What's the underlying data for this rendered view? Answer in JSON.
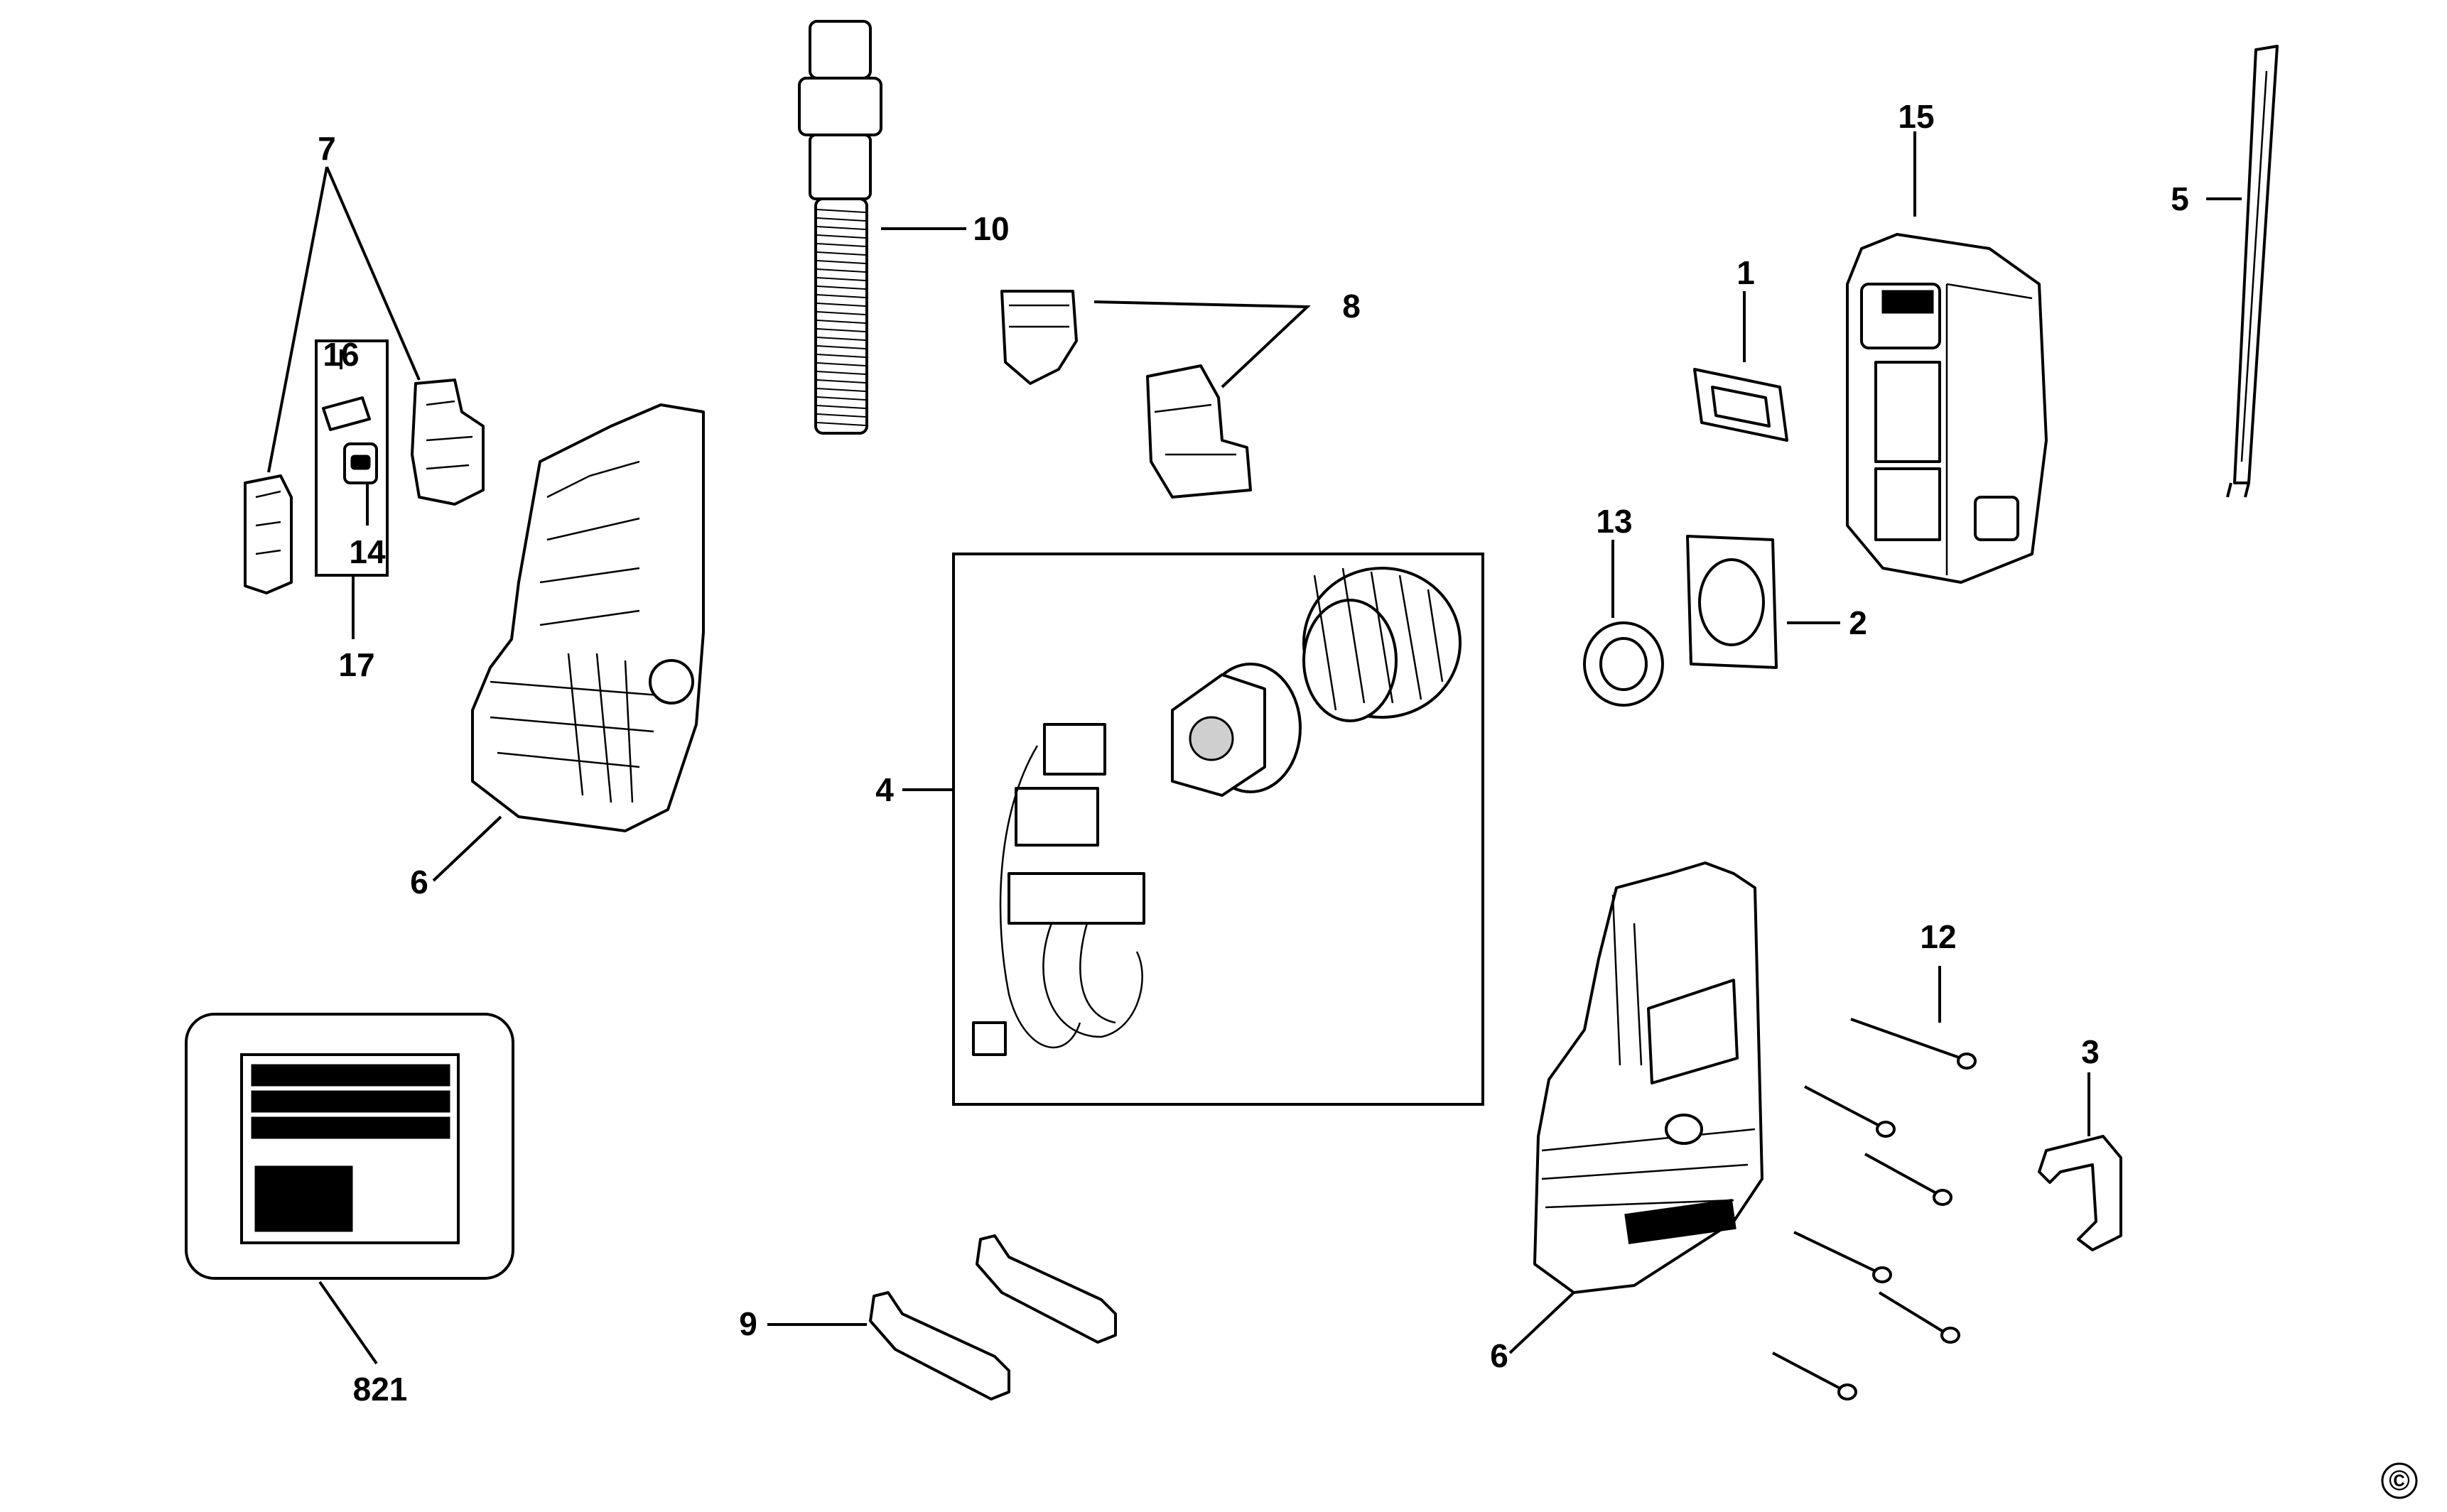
{
  "diagram": {
    "callouts": [
      {
        "id": "c1",
        "label": "1"
      },
      {
        "id": "c2",
        "label": "2"
      },
      {
        "id": "c3",
        "label": "3"
      },
      {
        "id": "c4",
        "label": "4"
      },
      {
        "id": "c5",
        "label": "5"
      },
      {
        "id": "c6a",
        "label": "6"
      },
      {
        "id": "c6b",
        "label": "6"
      },
      {
        "id": "c7",
        "label": "7"
      },
      {
        "id": "c8",
        "label": "8"
      },
      {
        "id": "c9",
        "label": "9"
      },
      {
        "id": "c10",
        "label": "10"
      },
      {
        "id": "c12",
        "label": "12"
      },
      {
        "id": "c13",
        "label": "13"
      },
      {
        "id": "c14",
        "label": "14"
      },
      {
        "id": "c15",
        "label": "15"
      },
      {
        "id": "c16",
        "label": "16"
      },
      {
        "id": "c17",
        "label": "17"
      },
      {
        "id": "c821",
        "label": "821"
      }
    ],
    "copyright_symbol": "©"
  }
}
